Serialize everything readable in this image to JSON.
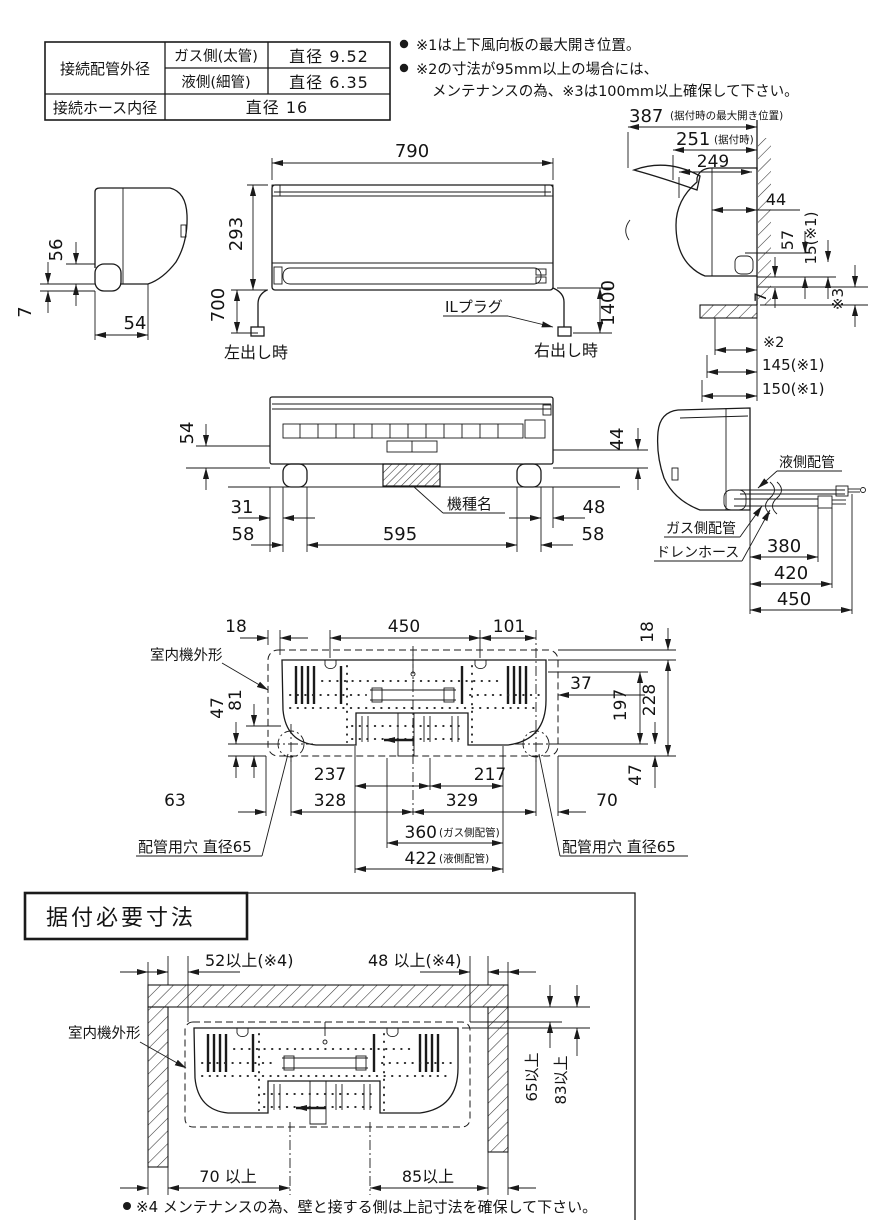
{
  "spec_table": {
    "pipe_outer_label": "接続配管外径",
    "gas_label": "ガス側(太管)",
    "gas_value": "直径 9.52",
    "liquid_label": "液側(細管)",
    "liquid_value": "直径 6.35",
    "hose_label": "接続ホース内径",
    "hose_value": "直径 16"
  },
  "notes": {
    "n1": "※1は上下風向板の最大開き位置。",
    "n2a": "※2の寸法が95mm以上の場合には、",
    "n2b": "メンテナンスの為、※3は100mm以上確保して下さい。",
    "n4": "※4 メンテナンスの為、壁と接する側は上記寸法を確保して下さい。"
  },
  "front_view": {
    "w": "790",
    "h": "293",
    "cord_left": "700",
    "cord_right": "1400",
    "plug": "ILプラグ",
    "left_out": "左出し時",
    "right_out": "右出し時"
  },
  "left_view": {
    "d56": "56",
    "d7": "7",
    "d54": "54"
  },
  "right_view": {
    "d387": "387",
    "d387_note": "(据付時の最大開き位置)",
    "d251": "251",
    "d251_note": "(据付時)",
    "d249": "249",
    "d44": "44",
    "d57": "57",
    "d15": "15(※1)",
    "d7": "7",
    "s3": "※3",
    "s2": "※2",
    "d145": "145(※1)",
    "d150": "150(※1)"
  },
  "bottom_view": {
    "d54": "54",
    "d44": "44",
    "d31": "31",
    "d48": "48",
    "d58l": "58",
    "d595": "595",
    "d58r": "58",
    "model": "機種名"
  },
  "piping_view": {
    "liquid": "液側配管",
    "gas": "ガス側配管",
    "drain": "ドレンホース",
    "d380": "380",
    "d420": "420",
    "d450": "450"
  },
  "back_plate": {
    "outline": "室内機外形",
    "d18l": "18",
    "d450": "450",
    "d101": "101",
    "d18r": "18",
    "d47": "47",
    "d81": "81",
    "d37": "37",
    "d197": "197",
    "d228": "228",
    "d47b": "47",
    "d237": "237",
    "d217": "217",
    "d63": "63",
    "d328": "328",
    "d329": "329",
    "d70": "70",
    "d360": "360",
    "d360_note": "(ガス側配管)",
    "d422": "422",
    "d422_note": "(液側配管)",
    "hole_l": "配管用穴 直径65",
    "hole_r": "配管用穴 直径65"
  },
  "installation": {
    "title": "据付必要寸法",
    "outline": "室内機外形",
    "left": "52以上(※4)",
    "right": "48 以上(※4)",
    "top1": "65以上",
    "top2": "83以上",
    "bl": "70 以上",
    "br": "85以上"
  }
}
